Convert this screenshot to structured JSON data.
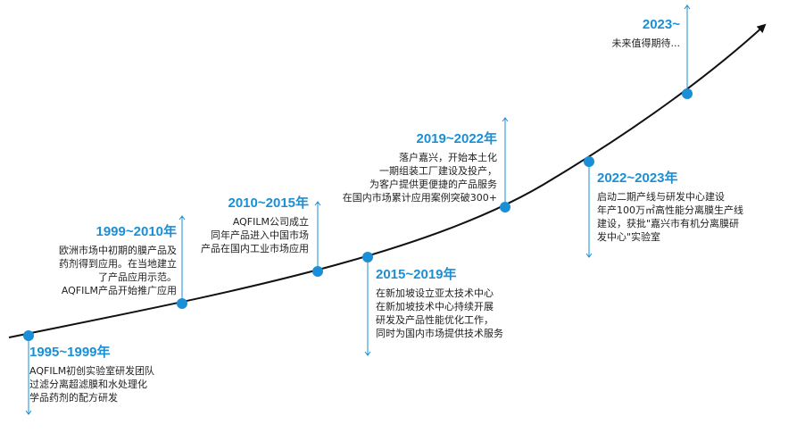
{
  "colors": {
    "accent": "#1a8fd6",
    "curve": "#111111",
    "text": "#222222"
  },
  "milestones": [
    {
      "year": "1995~1999年",
      "lines": [
        "AQFILM初创实验室研发团队",
        "过滤分离超滤膜和水处理化",
        "学品药剂的配方研发"
      ]
    },
    {
      "year": "1999~2010年",
      "lines": [
        "欧洲市场中初期的膜产品及",
        "药剂得到应用。在当地建立",
        "了产品应用示范。",
        "AQFILM产品开始推广应用"
      ]
    },
    {
      "year": "2010~2015年",
      "lines": [
        "AQFILM公司成立",
        "同年产品进入中国市场",
        "产品在国内工业市场应用"
      ]
    },
    {
      "year": "2015~2019年",
      "lines": [
        "在新加坡设立亚太技术中心",
        "在新加坡技术中心持续开展",
        "研发及产品性能优化工作，",
        "同时为国内市场提供技术服务"
      ]
    },
    {
      "year": "2019~2022年",
      "lines": [
        "落户嘉兴，开始本土化",
        "一期组装工厂建设及投产，",
        "为客户提供更便捷的产品服务",
        "在国内市场累计应用案例突破300+"
      ]
    },
    {
      "year": "2022~2023年",
      "lines": [
        "启动二期产线与研发中心建设",
        "年产100万㎡高性能分离膜生产线",
        "建设，获批\"嘉兴市有机分离膜研",
        "发中心\"实验室"
      ]
    },
    {
      "year": "2023~",
      "lines": [
        "未来值得期待..."
      ]
    }
  ]
}
